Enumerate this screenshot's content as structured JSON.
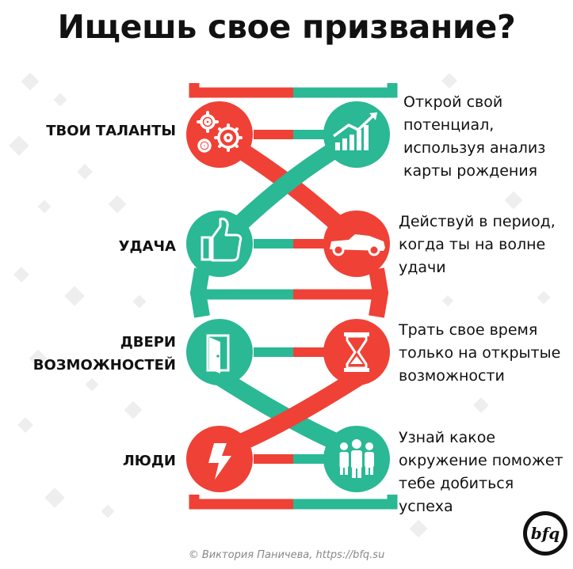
{
  "title": "Ищешь свое призвание?",
  "colors": {
    "red": "#ef4136",
    "green": "#2ab895",
    "text": "#111111",
    "gray": "#888888"
  },
  "rows": [
    {
      "label": "ТВОИ ТАЛАНТЫ",
      "left_icon": "gears-icon",
      "left_color": "red",
      "right_icon": "growth-chart-icon",
      "right_color": "green",
      "text": "Открой свой\nпотенциал,\nиспользуя анализ\nкарты рождения"
    },
    {
      "label": "УДАЧА",
      "left_icon": "thumbs-up-icon",
      "left_color": "green",
      "right_icon": "race-car-icon",
      "right_color": "red",
      "text": "Действуй в период,\nкогда ты на волне\nудачи"
    },
    {
      "label": "ДВЕРИ\nВОЗМОЖНОСТЕЙ",
      "left_icon": "open-door-icon",
      "left_color": "green",
      "right_icon": "hourglass-icon",
      "right_color": "red",
      "text": "Трать свое время\nтолько на открытые\nвозможности"
    },
    {
      "label": "ЛЮДИ",
      "left_icon": "lightning-icon",
      "left_color": "red",
      "right_icon": "people-group-icon",
      "right_color": "green",
      "text": "Узнай какое\nокружение поможет\nтебе добиться\nуспеха"
    }
  ],
  "copyright": "© Виктория Паничева, https://bfq.su",
  "logo_text": "bfq"
}
